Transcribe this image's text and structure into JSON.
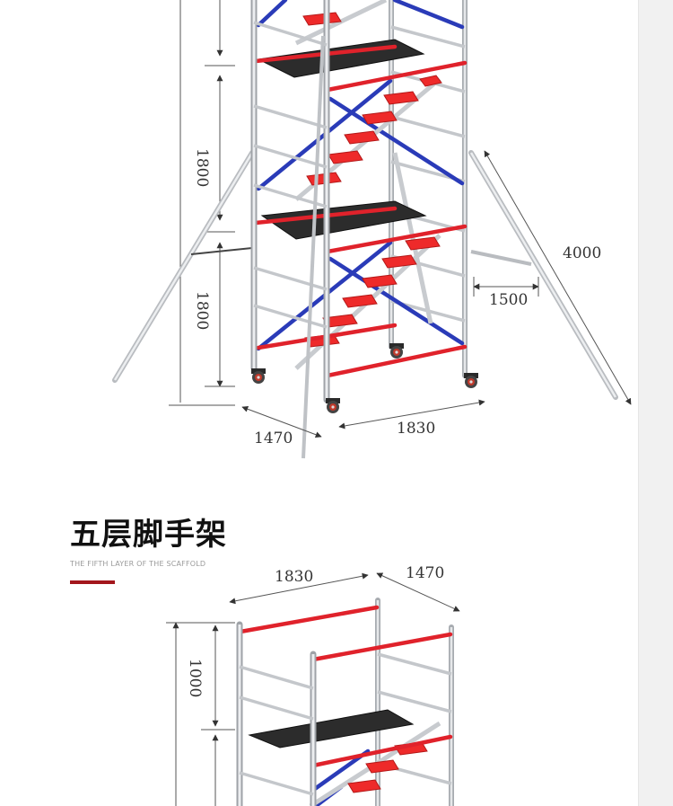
{
  "colors": {
    "frame": "#d9dbde",
    "frame_edge": "#9a9ea3",
    "rail_red": "#e0222b",
    "brace_blue": "#2a3bb8",
    "stair_red": "#ee2a2a",
    "deck_dark": "#2c2c2c",
    "accent": "#a3161c"
  },
  "top_diagram": {
    "height_dims": [
      "1800",
      "1800"
    ],
    "depth": "1470",
    "width": "1830",
    "outrigger_spread": "1500",
    "outrigger_length": "4000"
  },
  "section": {
    "title": "五层脚手架",
    "subtitle": "THE FIFTH LAYER OF THE SCAFFOLD"
  },
  "bottom_diagram": {
    "width": "1830",
    "depth": "1470",
    "height_dims": [
      "1000"
    ]
  }
}
